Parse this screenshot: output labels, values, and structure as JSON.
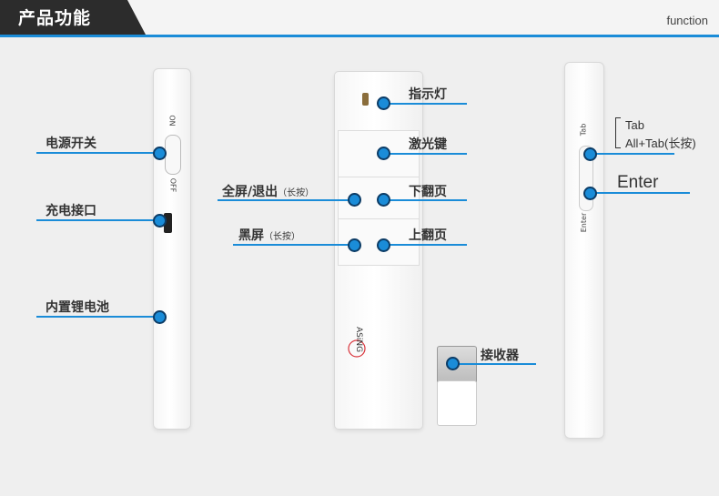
{
  "header": {
    "title": "产品功能",
    "right_text": "function"
  },
  "device_left": {
    "switch_on": "ON",
    "switch_off": "OFF"
  },
  "device_right": {
    "tab_text": "Tab",
    "enter_text": "Enter"
  },
  "labels": {
    "power_switch": "电源开关",
    "charge_port": "充电接口",
    "battery": "内置锂电池",
    "indicator": "指示灯",
    "laser_key": "激光键",
    "fullscreen": "全屏/退出",
    "long_press": "（长按）",
    "black_screen": "黑屏",
    "long_press2": "（长按）",
    "page_down": "下翻页",
    "page_up": "上翻页",
    "receiver": "接收器",
    "tab": "Tab",
    "alt_tab": "All+Tab(长按)",
    "enter": "Enter"
  },
  "brand": "ASiNG",
  "colors": {
    "accent": "#1a8cd8",
    "header_dark": "#2c2c2c"
  }
}
